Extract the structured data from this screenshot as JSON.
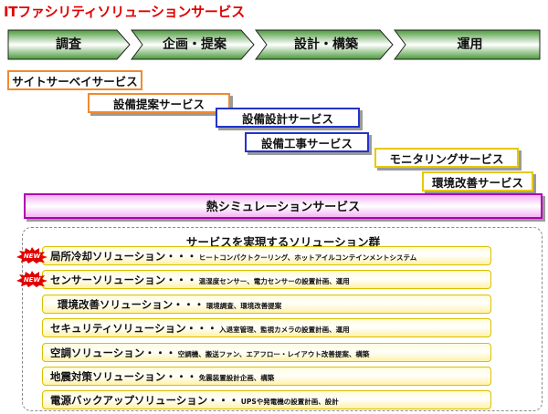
{
  "title": "ITファシリティソリューションサービス",
  "phases": [
    "調査",
    "企画・提案",
    "設計・構築",
    "運用"
  ],
  "services": {
    "site_survey": "サイトサーベイサービス",
    "equipment_proposal": "設備提案サービス",
    "equipment_design": "設備設計サービス",
    "equipment_construction": "設備工事サービス",
    "monitoring": "モニタリングサービス",
    "environment_improvement": "環境改善サービス",
    "thermal_simulation": "熱シミュレーションサービス"
  },
  "solutions": {
    "heading": "サービスを実現するソリューション群",
    "new_label": "NEW",
    "items": [
      {
        "name": "局所冷却ソリューション・・・",
        "desc": "ヒートコンパクトクーリング、ホットアイルコンテインメントシステム",
        "new": true
      },
      {
        "name": "センサーソリューション・・・",
        "desc": "温湿度センサー、電力センサーの設置計画、運用",
        "new": true
      },
      {
        "name": "環境改善ソリューション・・・",
        "desc": "環境調査、環境改善提案",
        "new": false
      },
      {
        "name": "セキュリティソリューション・・・",
        "desc": "入退室管理、監視カメラの設置計画、運用",
        "new": false
      },
      {
        "name": "空調ソリューション・・・",
        "desc": "空調機、搬送ファン、エアフロー・レイアウト改善提案、構築",
        "new": false
      },
      {
        "name": "地震対策ソリューション・・・",
        "desc": "免震装置設計企画、構築",
        "new": false
      },
      {
        "name": "電源バックアップソリューション・・・",
        "desc": "UPSや発電機の設置計画、設計",
        "new": false
      }
    ]
  },
  "colors": {
    "title": "#e00000",
    "orange_border": "#f08a30",
    "blue_border": "#2233cc",
    "yellow_border": "#e8c800",
    "purple_border": "#b000b0",
    "new_badge": "#e00000"
  }
}
